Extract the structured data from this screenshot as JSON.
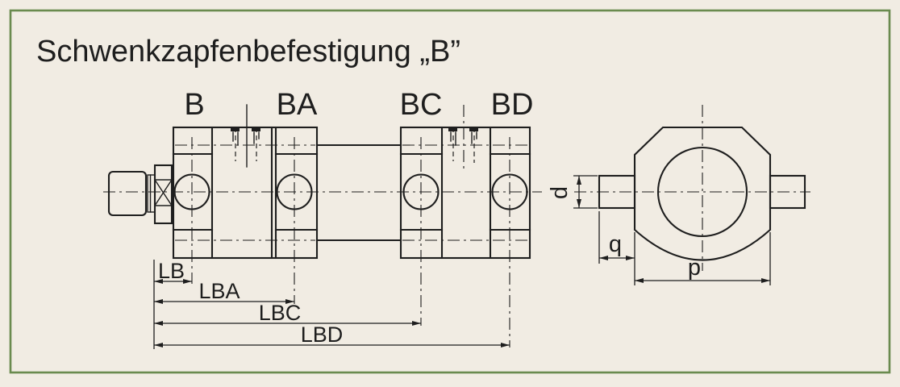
{
  "title": "Schwenkzapfenbefestigung „B”",
  "colors": {
    "paper": "#f1ece3",
    "ink": "#1e1e1e",
    "frame": "#6a8b4f"
  },
  "side_view": {
    "variant_labels": [
      {
        "text": "B"
      },
      {
        "text": "BA"
      },
      {
        "text": "BC"
      },
      {
        "text": "BD"
      }
    ],
    "dimension_labels": [
      {
        "text": "LB"
      },
      {
        "text": "LBA"
      },
      {
        "text": "LBC"
      },
      {
        "text": "LBD"
      }
    ]
  },
  "end_view": {
    "dimension_labels": [
      {
        "text": "d"
      },
      {
        "text": "q"
      },
      {
        "text": "p"
      }
    ]
  }
}
